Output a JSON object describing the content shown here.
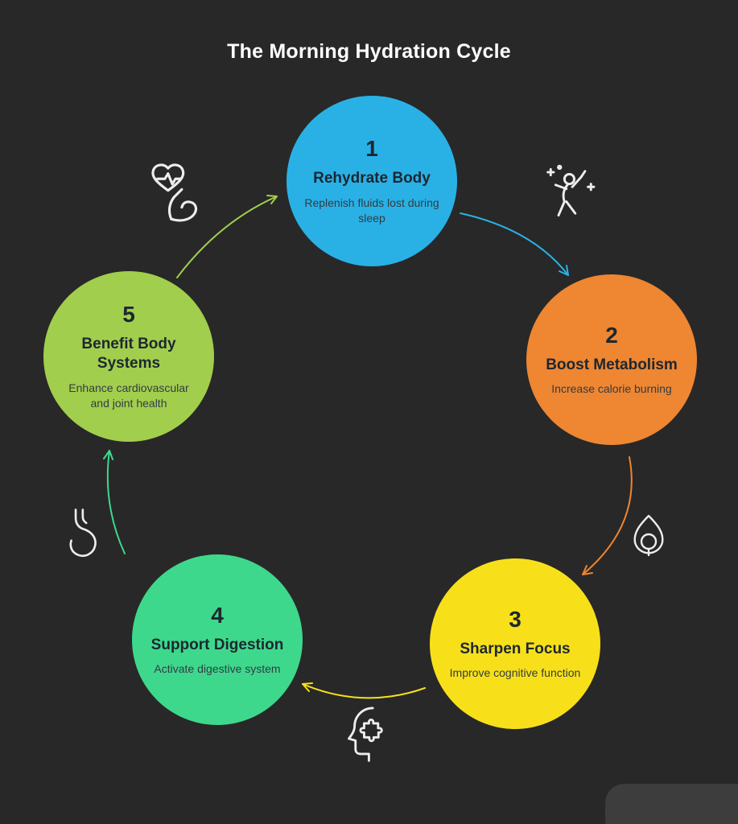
{
  "title": "The Morning Hydration Cycle",
  "steps": [
    {
      "number": "1",
      "title": "Rehydrate Body",
      "description": "Replenish fluids lost during sleep",
      "color": "#29b1e6"
    },
    {
      "number": "2",
      "title": "Boost Metabolism",
      "description": "Increase calorie burning",
      "color": "#ee8632"
    },
    {
      "number": "3",
      "title": "Sharpen Focus",
      "description": "Improve cognitive function",
      "color": "#f7e01a"
    },
    {
      "number": "4",
      "title": "Support Digestion",
      "description": "Activate digestive system",
      "color": "#3ed88c"
    },
    {
      "number": "5",
      "title": "Benefit Body Systems",
      "description": "Enhance cardiovascular and joint health",
      "color": "#a2ce4d"
    }
  ],
  "icons": [
    {
      "name": "fitness-heart-icon"
    },
    {
      "name": "active-person-icon"
    },
    {
      "name": "metabolism-flame-icon"
    },
    {
      "name": "cognition-head-icon"
    },
    {
      "name": "digestion-stomach-icon"
    }
  ],
  "colors": {
    "background": "#282828",
    "title_text": "#ffffff",
    "icon_stroke": "#ededed"
  }
}
